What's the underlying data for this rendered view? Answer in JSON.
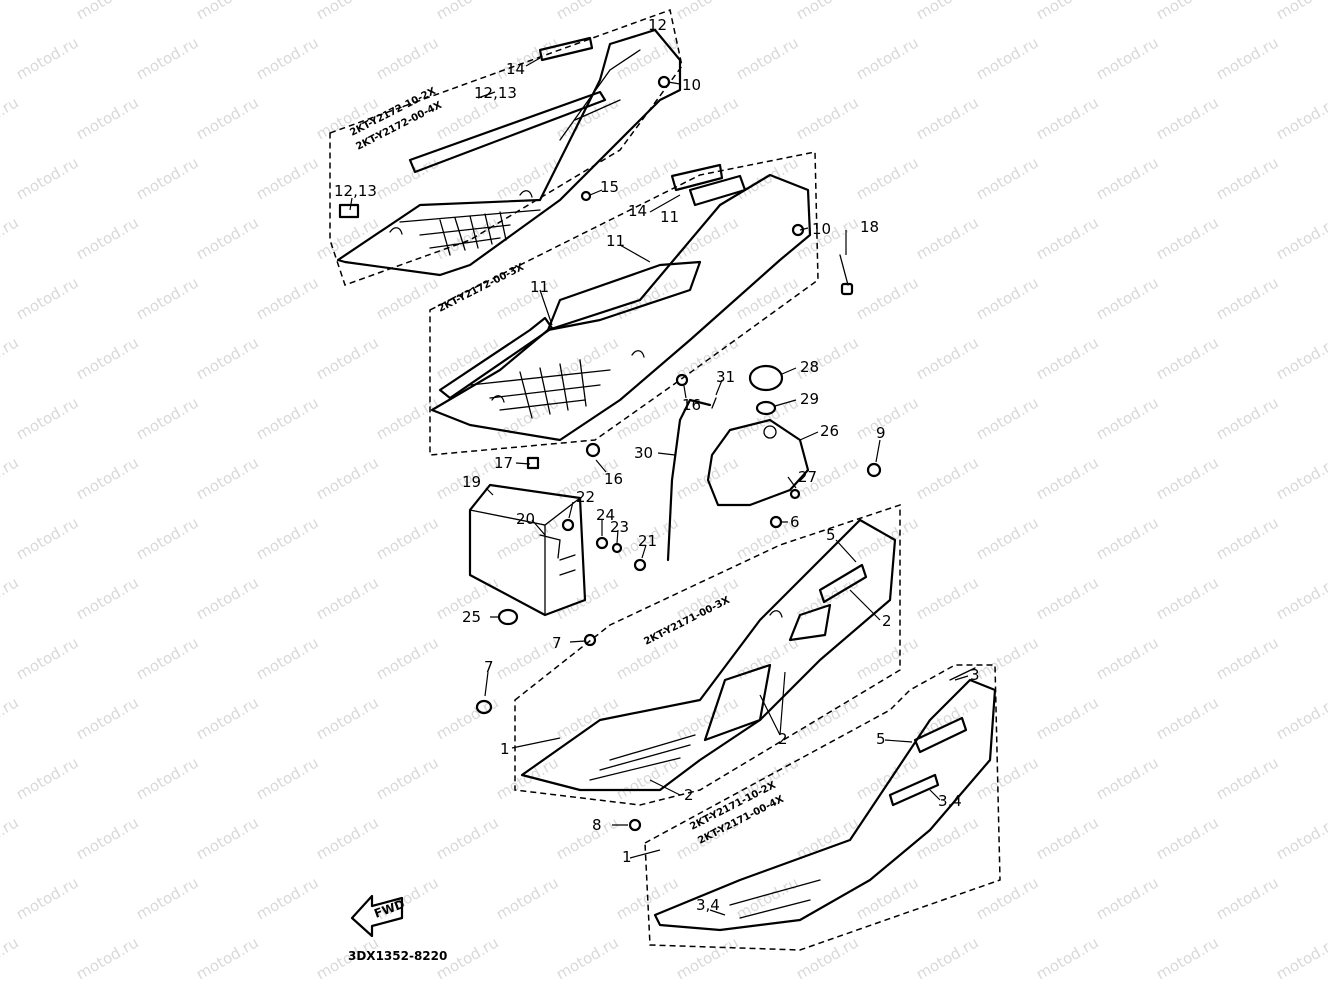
{
  "watermark": "motod.ru",
  "drawing_ref": "3DX1352-8220",
  "front_arrow_label": "FWD",
  "part_codes": {
    "upper_left_1": "2KT-Y2172-10-2X",
    "upper_left_2": "2KT-Y2172-00-4X",
    "upper_right": "2KT-Y2172-00-3X",
    "lower_left": "2KT-Y2171-00-3X",
    "lower_right_1": "2KT-Y2171-10-2X",
    "lower_right_2": "2KT-Y2171-00-4X"
  },
  "callouts": {
    "c12_top": "12",
    "c10_top": "10",
    "c14_top": "14",
    "c1213_top": "12,13",
    "c1213_left": "12,13",
    "c15": "15",
    "c14_mid": "14",
    "c11_mid_a": "11",
    "c10_mid": "10",
    "c18": "18",
    "c11_mid_b": "11",
    "c11_mid_c": "11",
    "c16_a": "16",
    "c31": "31",
    "c28": "28",
    "c29": "29",
    "c26": "26",
    "c9": "9",
    "c30": "30",
    "c17": "17",
    "c16_b": "16",
    "c27": "27",
    "c19": "19",
    "c22": "22",
    "c6": "6",
    "c20": "20",
    "c24": "24",
    "c23": "23",
    "c21": "21",
    "c5_upper": "5",
    "c2_upper": "2",
    "c25": "25",
    "c7_a": "7",
    "c7_b": "7",
    "c3": "3",
    "c5_lower": "5",
    "c2_mid": "2",
    "c1_left": "1",
    "c2_lower": "2",
    "c34_a": "3,4",
    "c8": "8",
    "c1_right": "1",
    "c34_b": "3,4"
  }
}
